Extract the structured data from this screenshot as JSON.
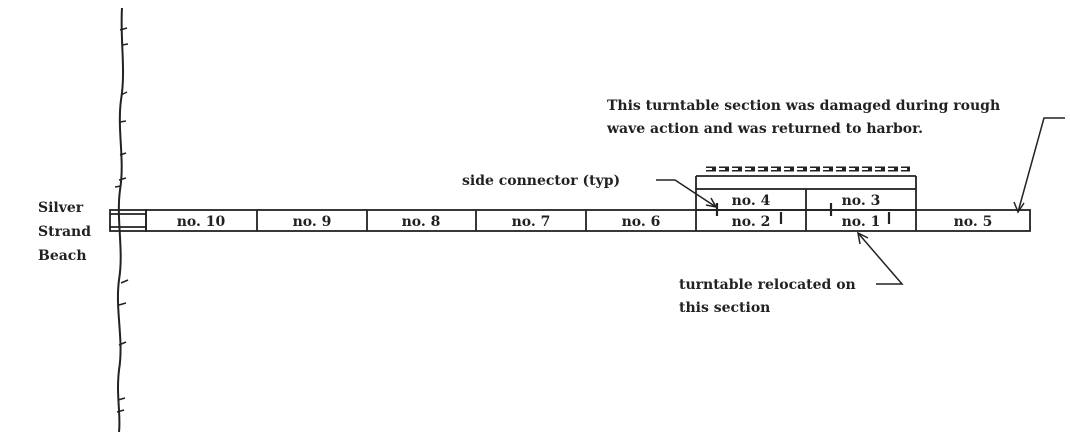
{
  "beach": {
    "lines": [
      "Silver",
      "Strand",
      "Beach"
    ]
  },
  "annotations": {
    "damaged_note_line1": "This turntable section was damaged during rough",
    "damaged_note_line2": "wave action and was returned to harbor.",
    "side_connector": "side connector (typ)",
    "relocated_line1": "turntable relocated on",
    "relocated_line2": "this section"
  },
  "sections": {
    "main_row": [
      "no. 10",
      "no. 9",
      "no. 8",
      "no. 7",
      "no. 6",
      "no. 2",
      "no. 1",
      "no. 5"
    ],
    "upper_row": [
      "no. 4",
      "no. 3"
    ]
  }
}
